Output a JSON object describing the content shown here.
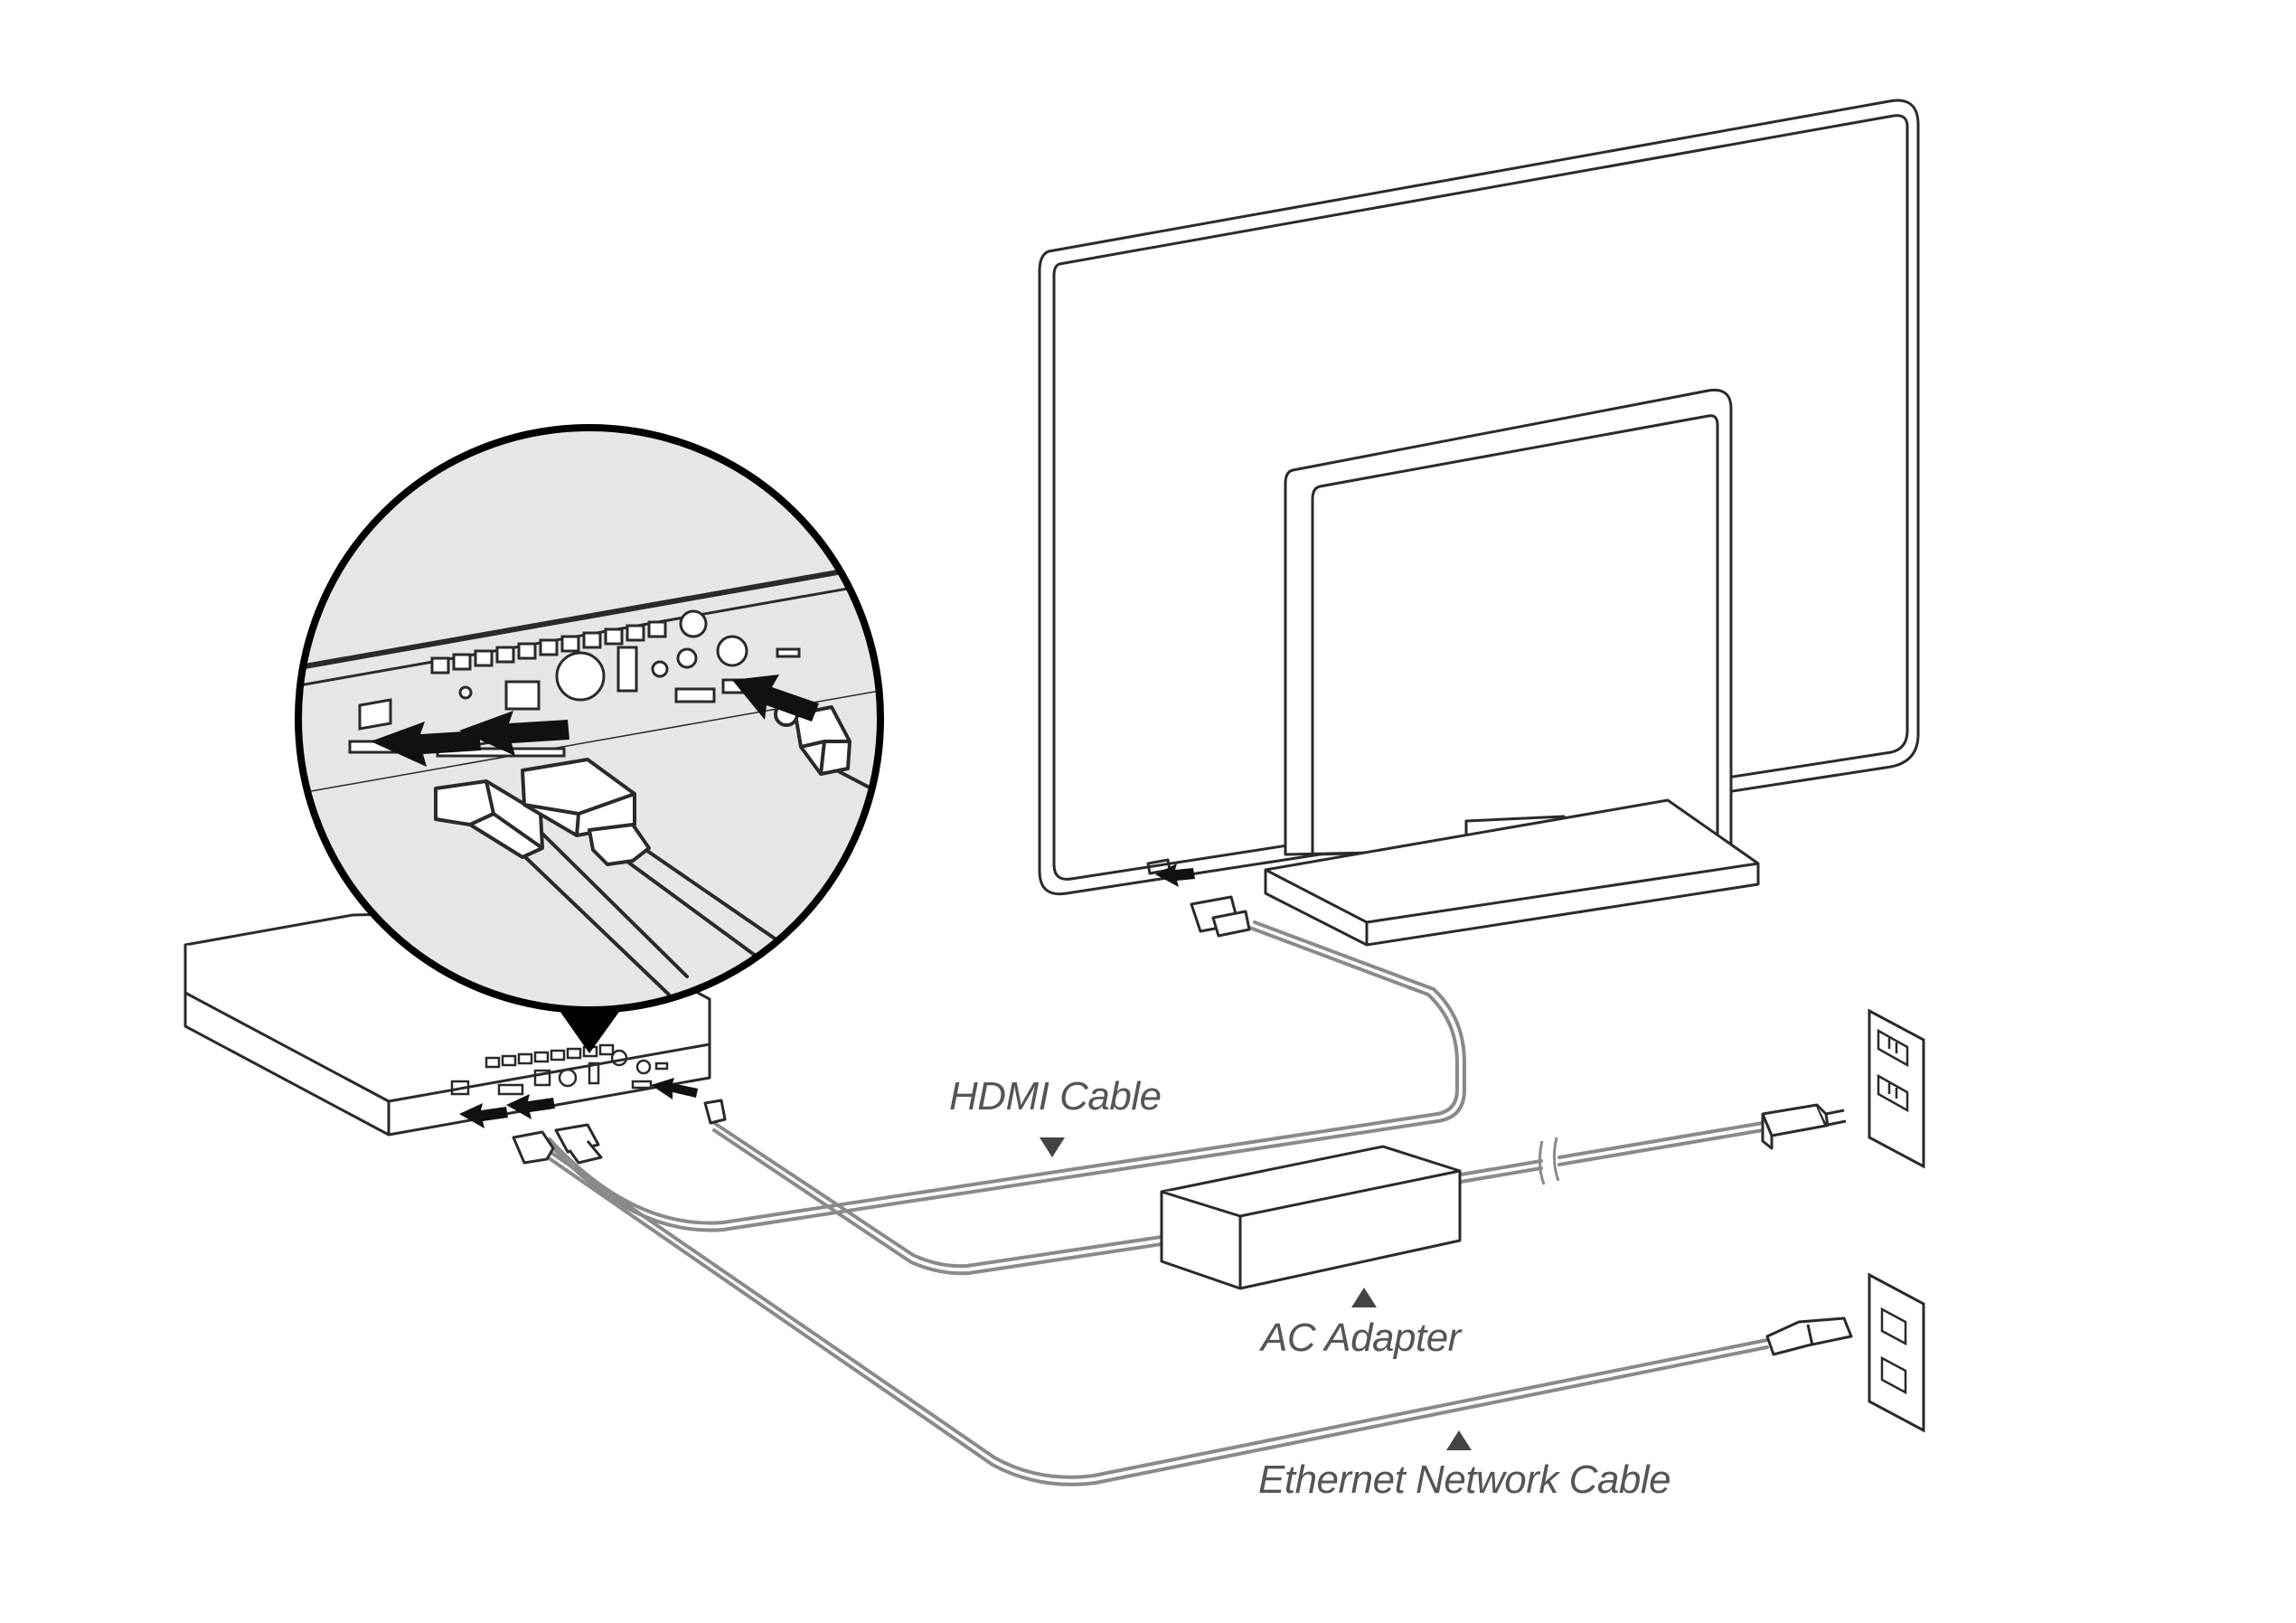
{
  "labels": {
    "hdmi_cable": "HDMI Cable",
    "ac_adapter": "AC Adapter",
    "ethernet_cable": "Ethernet Network Cable"
  },
  "colors": {
    "line": "#2a2a2a",
    "cable_light": "#8a8a8a",
    "inset_fill": "#e6e6e6",
    "label_text": "#555555",
    "marker": "#444444"
  },
  "icons": {
    "pointer": "triangle-marker",
    "connection_arrow": "double-arrow"
  }
}
